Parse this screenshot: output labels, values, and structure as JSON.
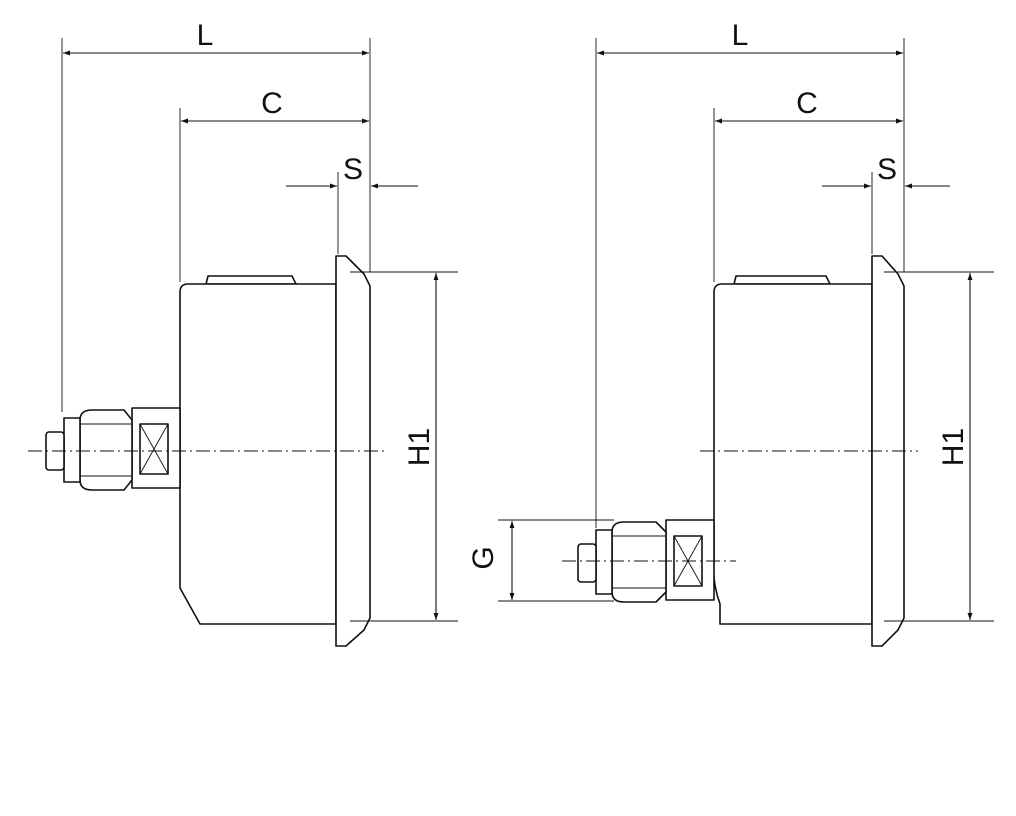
{
  "views": [
    {
      "name": "gauge-with-center-connection",
      "labels": {
        "length": "L",
        "case_depth": "C",
        "flange": "S",
        "height": "H1"
      }
    },
    {
      "name": "gauge-with-eccentric-connection",
      "labels": {
        "length": "L",
        "case_depth": "C",
        "flange": "S",
        "height": "H1",
        "thread": "G"
      }
    }
  ],
  "colors": {
    "line": "#111111",
    "background": "#ffffff"
  }
}
